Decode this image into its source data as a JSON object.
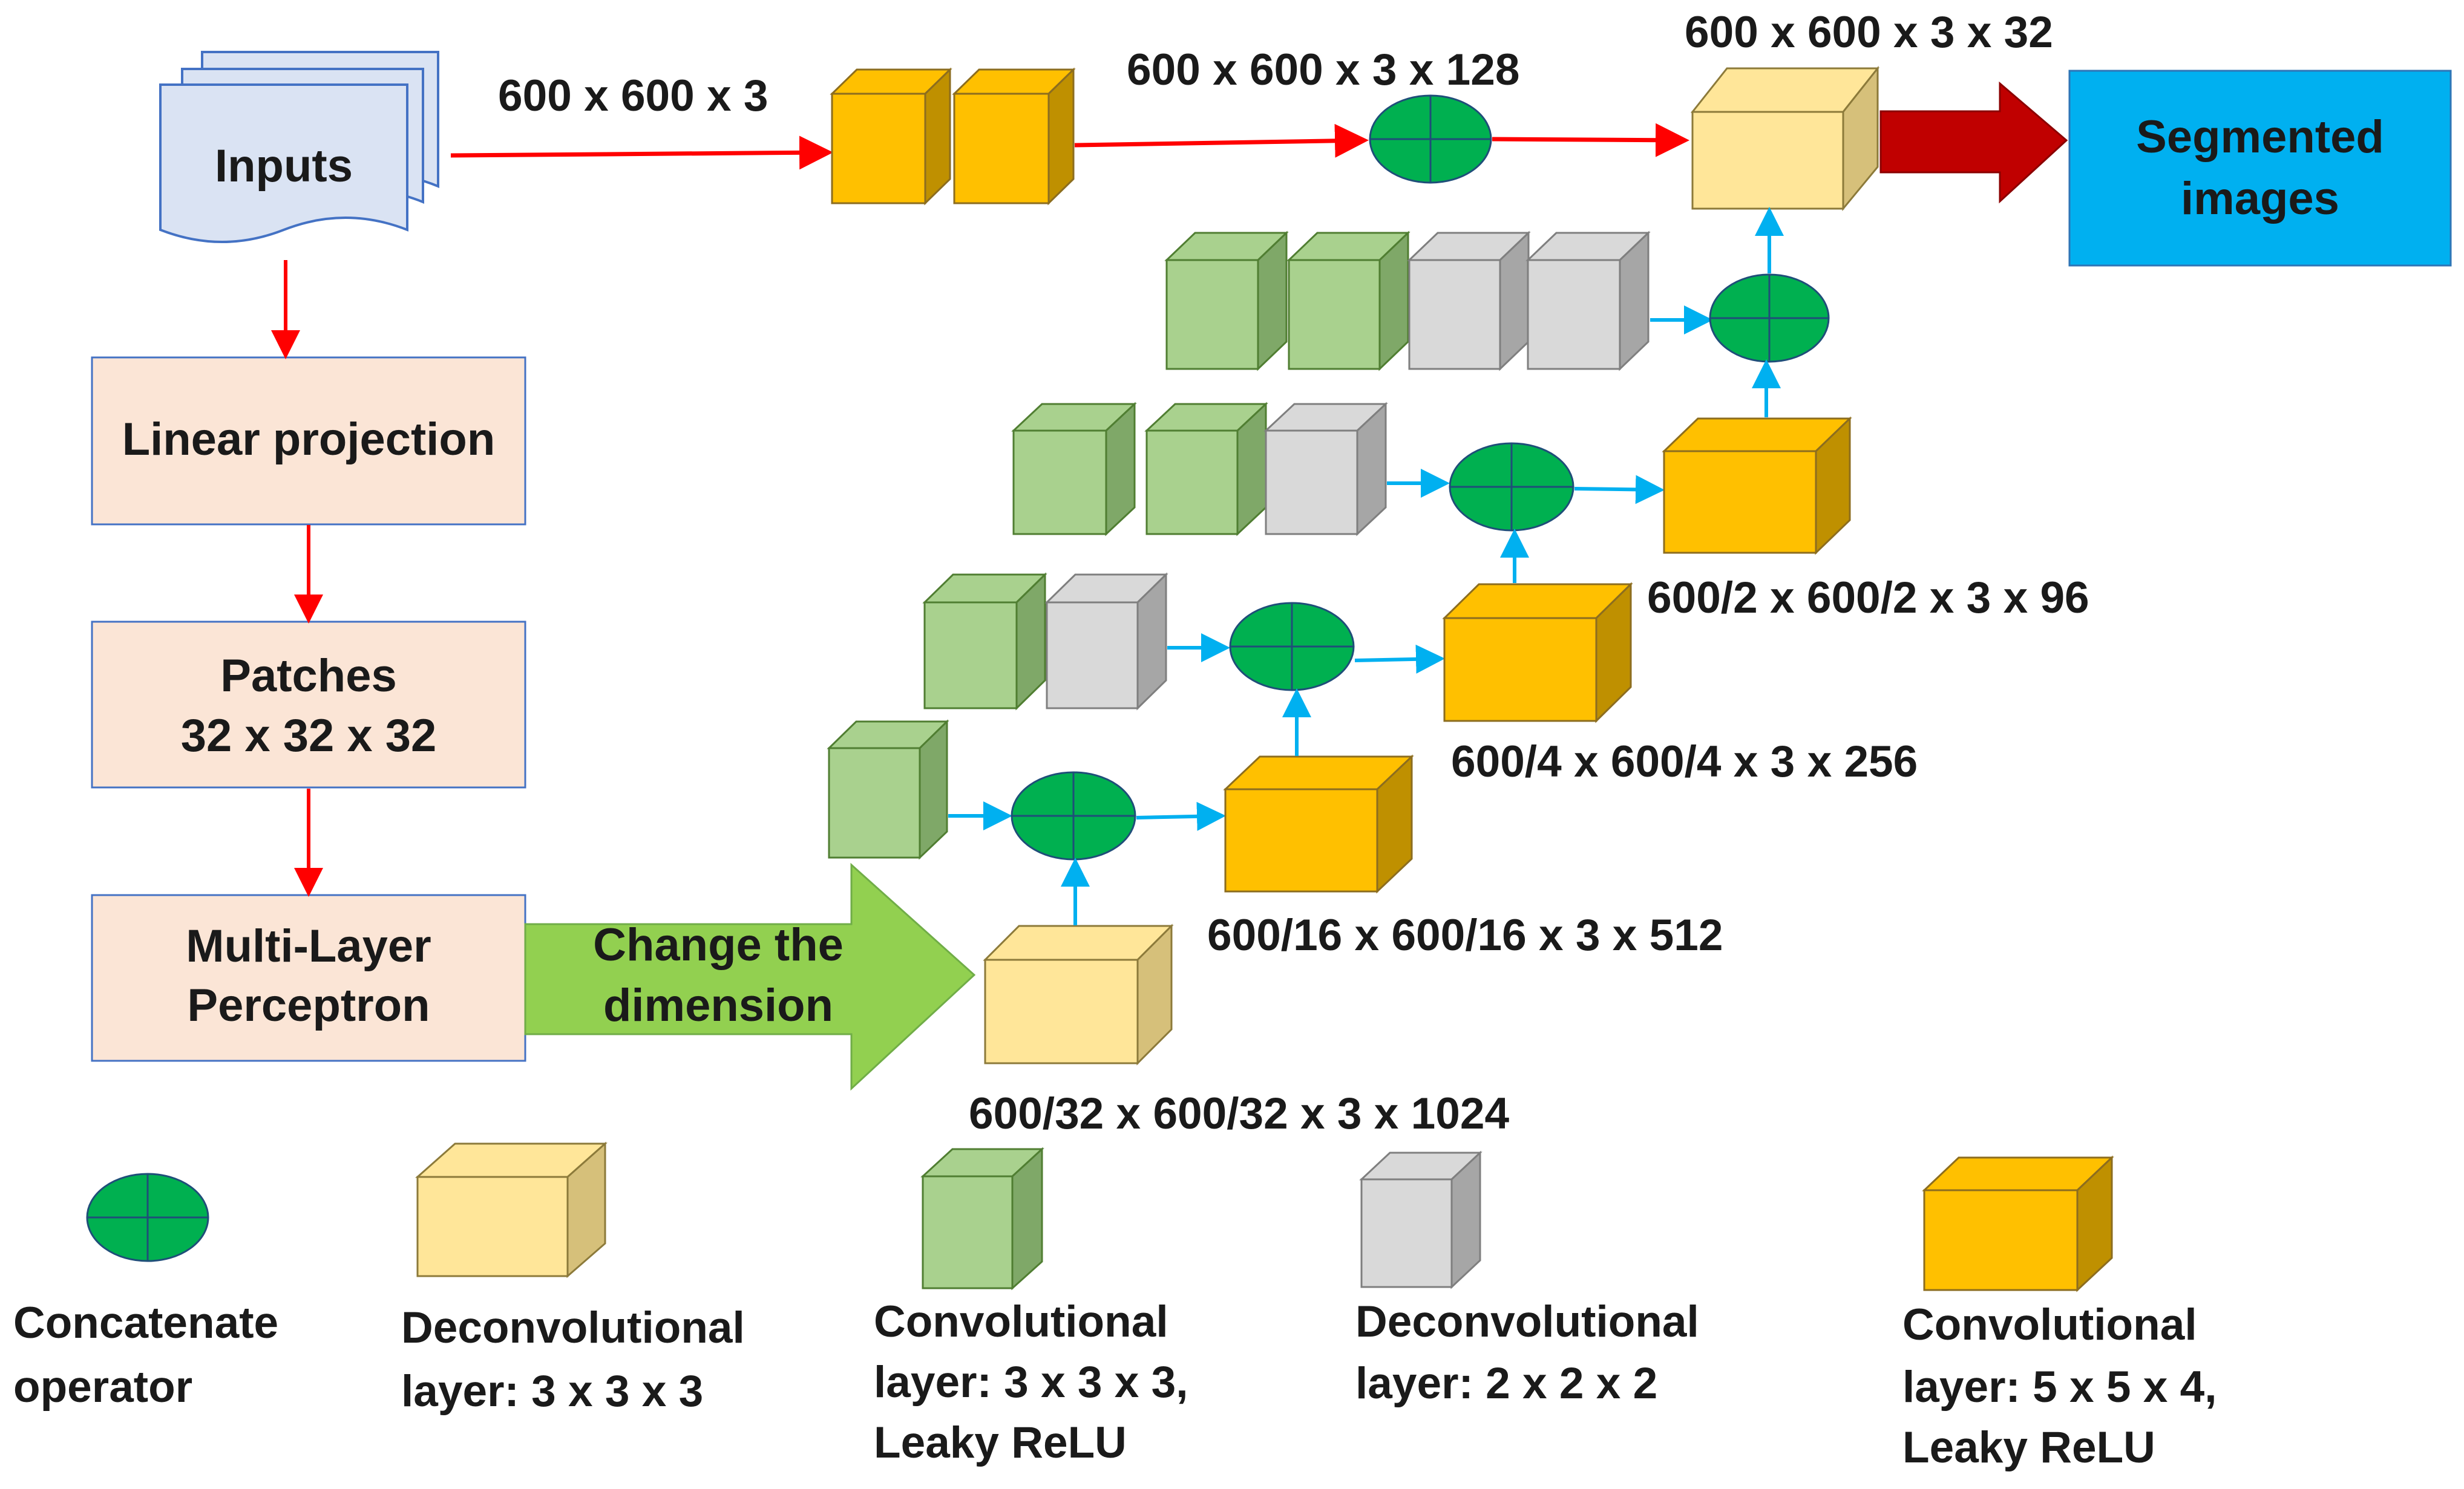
{
  "left_column": {
    "inputs": "Inputs",
    "linear_projection": "Linear projection",
    "patches": [
      "Patches",
      "32 x 32 x 32"
    ],
    "mlp": [
      "Multi-Layer",
      "Perceptron"
    ],
    "change_dimension": [
      "Change the",
      "dimension"
    ]
  },
  "output": [
    "Segmented",
    "images"
  ],
  "dimension_labels": {
    "input": "600 x 600 x 3",
    "top_conv": "600 x 600 x 3 x 128",
    "top_deconv": "600 x 600 x 3 x 32",
    "level_96": "600/2 x 600/2 x 3 x 96",
    "level_256": "600/4 x 600/4 x 3 x 256",
    "level_512": "600/16 x 600/16 x 3 x 512",
    "level_1024": "600/32 x 600/32 x 3 x 1024"
  },
  "legend": {
    "concatenate": [
      "Concatenate",
      "operator"
    ],
    "deconv_3": [
      "Deconvolutional",
      "layer: 3 x 3 x 3"
    ],
    "conv_3": [
      "Convolutional",
      "layer: 3 x 3 x 3,",
      "Leaky ReLU"
    ],
    "deconv_2": [
      "Deconvolutional",
      "layer: 2 x 2 x 2"
    ],
    "conv_5": [
      "Convolutional",
      "layer: 5 x 5 x 4,",
      "Leaky ReLU"
    ]
  },
  "colors": {
    "conv5_orange": "#FFC000",
    "deconv3_cream": "#FFE699",
    "conv3_green": "#A9D18E",
    "deconv2_gray": "#D9D9D9",
    "concat_green": "#00B050",
    "output_blue": "#00B0F0",
    "box_peach": "#FBE5D6",
    "doc_blue": "#DAE3F3",
    "arrow_red": "#FF0000",
    "arrow_darkred": "#C00000",
    "arrow_blue": "#00B0F0",
    "big_arrow_green": "#92D050"
  }
}
